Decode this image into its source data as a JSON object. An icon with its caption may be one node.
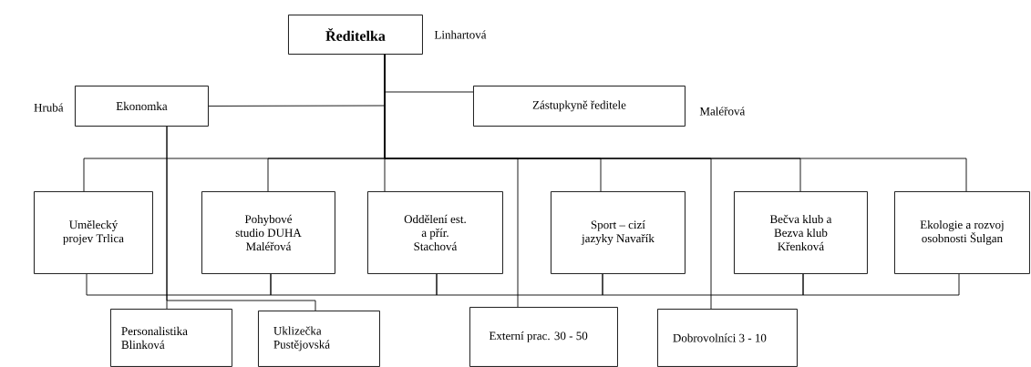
{
  "diagram": {
    "nodes": [
      {
        "text": [
          "Ředitelka"
        ],
        "beside": [
          "Linhartová"
        ]
      },
      {
        "text": [
          "Ekonomka"
        ],
        "beside": [
          "Hrubá"
        ]
      },
      {
        "text": [
          "Zástupkyně ředitele"
        ],
        "beside": [
          "Maléřová"
        ]
      },
      {
        "text": [
          "Umělecký projev Trlica"
        ]
      },
      {
        "text": [
          "Pohybové studio DUHA Maléřová"
        ]
      },
      {
        "text": [
          "Oddělení est. a přír. Stachová"
        ]
      },
      {
        "text": [
          "Sport – cizí jazyky Navařík"
        ]
      },
      {
        "text": [
          "Bečva klub a Bezva klub Křenková"
        ]
      },
      {
        "text": [
          "Ekologie a rozvoj osobnosti Šulgan"
        ]
      },
      {
        "text": [
          "Personalistika Blinková"
        ]
      },
      {
        "text": [
          "Uklizečka Pustějovská"
        ]
      },
      {
        "text": [
          "Externí prac. 30 - 50"
        ]
      },
      {
        "text": [
          "Dobrovolníci 3 - 10"
        ]
      }
    ],
    "edges": [
      {
        "from": 0,
        "to": 1,
        "arrow": "none"
      },
      {
        "from": 0,
        "to": 2,
        "arrow": "none"
      },
      {
        "from": 0,
        "to": 3,
        "arrow": "none"
      },
      {
        "from": 0,
        "to": 4,
        "arrow": "none"
      },
      {
        "from": 0,
        "to": 5,
        "arrow": "none"
      },
      {
        "from": 0,
        "to": 6,
        "arrow": "none"
      },
      {
        "from": 0,
        "to": 7,
        "arrow": "none"
      },
      {
        "from": 0,
        "to": 8,
        "arrow": "none"
      },
      {
        "from": 0,
        "to": 11,
        "arrow": "none"
      },
      {
        "from": 0,
        "to": 12,
        "arrow": "none"
      },
      {
        "from": 1,
        "to": 9,
        "arrow": "none"
      },
      {
        "from": 1,
        "to": 10,
        "arrow": "none"
      },
      {
        "from": 3,
        "to": 4,
        "arrow": "none"
      },
      {
        "from": 4,
        "to": 5,
        "arrow": "none"
      },
      {
        "from": 5,
        "to": 6,
        "arrow": "none"
      },
      {
        "from": 6,
        "to": 7,
        "arrow": "none"
      },
      {
        "from": 7,
        "to": 8,
        "arrow": "none"
      }
    ]
  }
}
